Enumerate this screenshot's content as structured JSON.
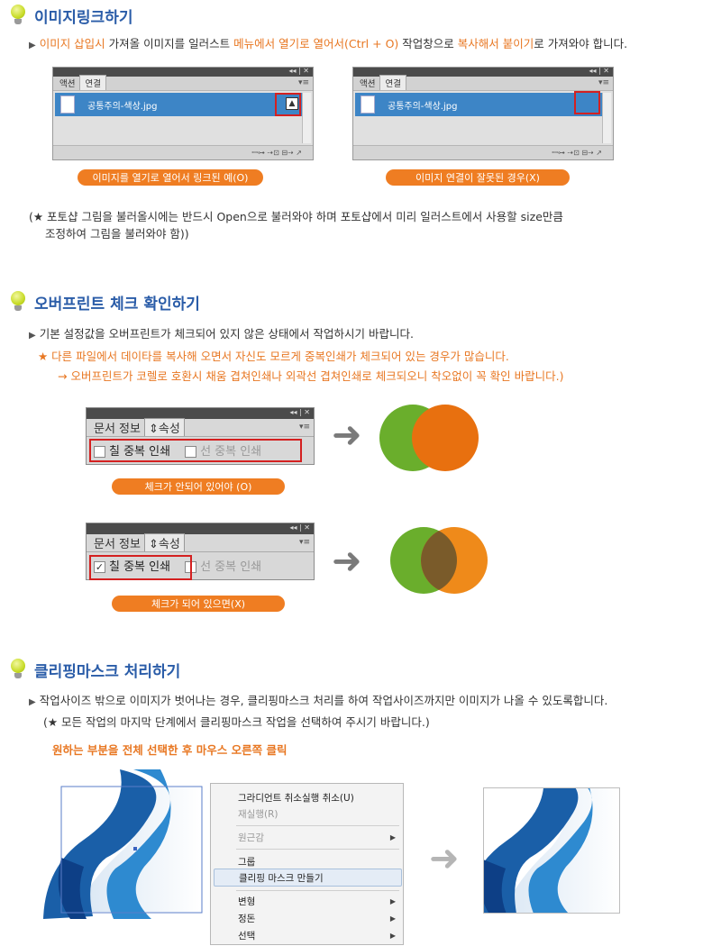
{
  "section1": {
    "title": "이미지링크하기",
    "line1": {
      "p1": "이미지 삽입시",
      "p2": " 가져올 이미지를 일러스트 ",
      "p3": "메뉴에서 열기로 열어서(Ctrl + O)",
      "p4": " 작업창으로 ",
      "p5": "복사해서 붙이기",
      "p6": "로 가져와야 합니다."
    },
    "panel": {
      "tab1": "액션",
      "tab2": "연결",
      "filename": "공통주의-색상.jpg",
      "footer": "ꟷ⊶    ⇢⊡    ⊟⇢    ↗"
    },
    "label_ok": "이미지를 열기로 열어서 링크된 예(O)",
    "label_bad": "이미지 연결이 잘못된 경우(X)",
    "note_line1": "(★ 포토샵 그림을 불러올시에는 반드시 Open으로 불러와야 하며 포토샵에서 미리 일러스트에서 사용할 size만큼",
    "note_line2": "조정하여 그림을 불러와야 함))"
  },
  "section2": {
    "title": "오버프린트 체크 확인하기",
    "line1": "기본 설정값을 오버프린트가 체크되어 있지 않은 상태에서 작업하시기 바랍니다.",
    "star_line": "★ 다른 파일에서 데이타를 복사해 오면서 자신도 모르게 중복인쇄가 체크되어 있는 경우가 많습니다.",
    "arrow_line": "→ 오버프린트가 코렐로 호환시 채움 겹쳐인쇄나 외곽선 겹쳐인쇄로 체크되오니 착오없이 꼭 확인 바랍니다.)",
    "panel": {
      "tab1": "문서 정보",
      "tab2": "속성",
      "opt_fill": "칠 중복 인쇄",
      "opt_stroke": "선 중복 인쇄"
    },
    "label_unchecked": "체크가 안되어 있어야 (O)",
    "label_checked": "체크가 되어 있으면(X)",
    "colors": {
      "green": "#6aae2c",
      "orange": "#e8700f",
      "orange_light": "#ef8a1a",
      "overlap_dark": "#7a5b2a"
    }
  },
  "section3": {
    "title": "클리핑마스크 처리하기",
    "line1": "작업사이즈 밖으로 이미지가 벗어나는 경우,  클리핑마스크 처리를 하여 작업사이즈까지만 이미지가 나올 수 있도록합니다.",
    "line2": "(★ 모든 작업의 마지막 단계에서 클리핑마스크 작업을 선택하여 주시기 바랍니다.)",
    "instruction": "원하는 부분을 전체 선택한 후 마우스 오른쪽 클릭",
    "menu": {
      "undo": "그라디언트 취소실행 취소(U)",
      "redo": "재실행(R)",
      "perspective": "원근감",
      "group": "그룹",
      "clipping": "클리핑 마스크 만들기",
      "transform": "변형",
      "arrange": "정돈",
      "select": "선택"
    }
  }
}
